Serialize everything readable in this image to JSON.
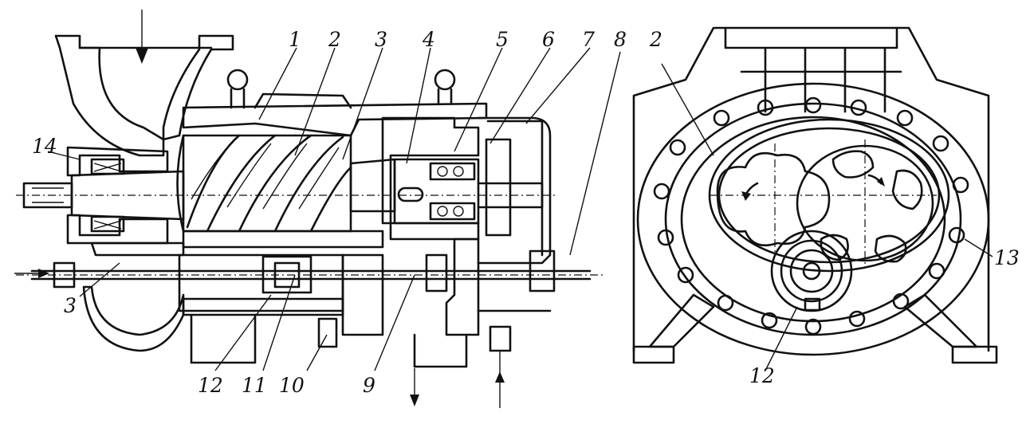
{
  "labels": {
    "n1": "1",
    "n2": "2",
    "n3": "3",
    "n4": "4",
    "n5": "5",
    "n6": "6",
    "n7": "7",
    "n8": "8",
    "n9": "9",
    "n10": "10",
    "n11": "11",
    "n12": "12",
    "n13": "13",
    "n14": "14",
    "n3b": "3",
    "n2r": "2",
    "n12r": "12"
  },
  "colors": {
    "ink": "#111111",
    "paper": "#ffffff"
  }
}
